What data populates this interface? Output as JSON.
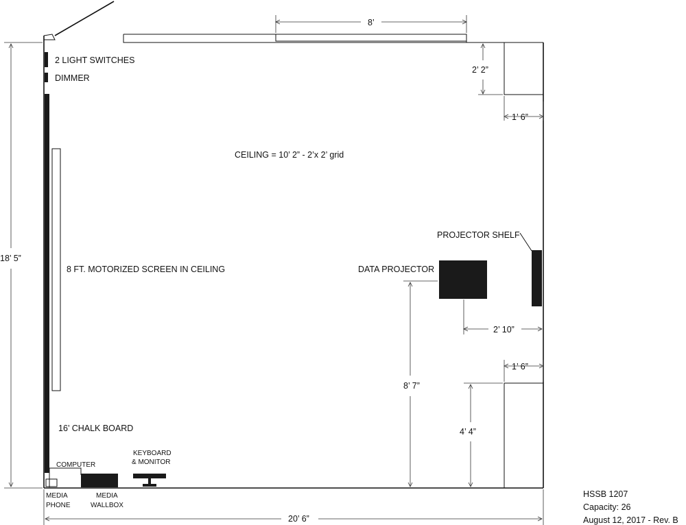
{
  "labels": {
    "light_switches": "2 LIGHT SWITCHES",
    "dimmer": "DIMMER",
    "ceiling": "CEILING = 10’ 2” - 2’x 2’ grid",
    "screen": "8 FT. MOTORIZED SCREEN IN CEILING",
    "chalk_board": "16’ CHALK BOARD",
    "projector_shelf": "PROJECTOR SHELF",
    "data_projector": "DATA PROJECTOR",
    "computer": "COMPUTER",
    "keyboard_line1": "KEYBOARD",
    "keyboard_line2": "& MONITOR",
    "media_phone_line1": "MEDIA",
    "media_phone_line2": "PHONE",
    "media_wallbox_line1": "MEDIA",
    "media_wallbox_line2": "WALLBOX"
  },
  "dimensions": {
    "window_width": "8’",
    "top_right_depth": "2’ 2”",
    "top_right_width": "1’ 6”",
    "room_height": "18’ 5”",
    "room_width": "20’ 6”",
    "projector_offset": "2’ 10”",
    "bottom_right_width": "1’ 6”",
    "projector_height": "8’ 7”",
    "bottom_right_depth": "4’ 4”"
  },
  "info": {
    "room": "HSSB 1207",
    "capacity": "Capacity: 26",
    "date_rev": "August 12, 2017 - Rev. B"
  }
}
